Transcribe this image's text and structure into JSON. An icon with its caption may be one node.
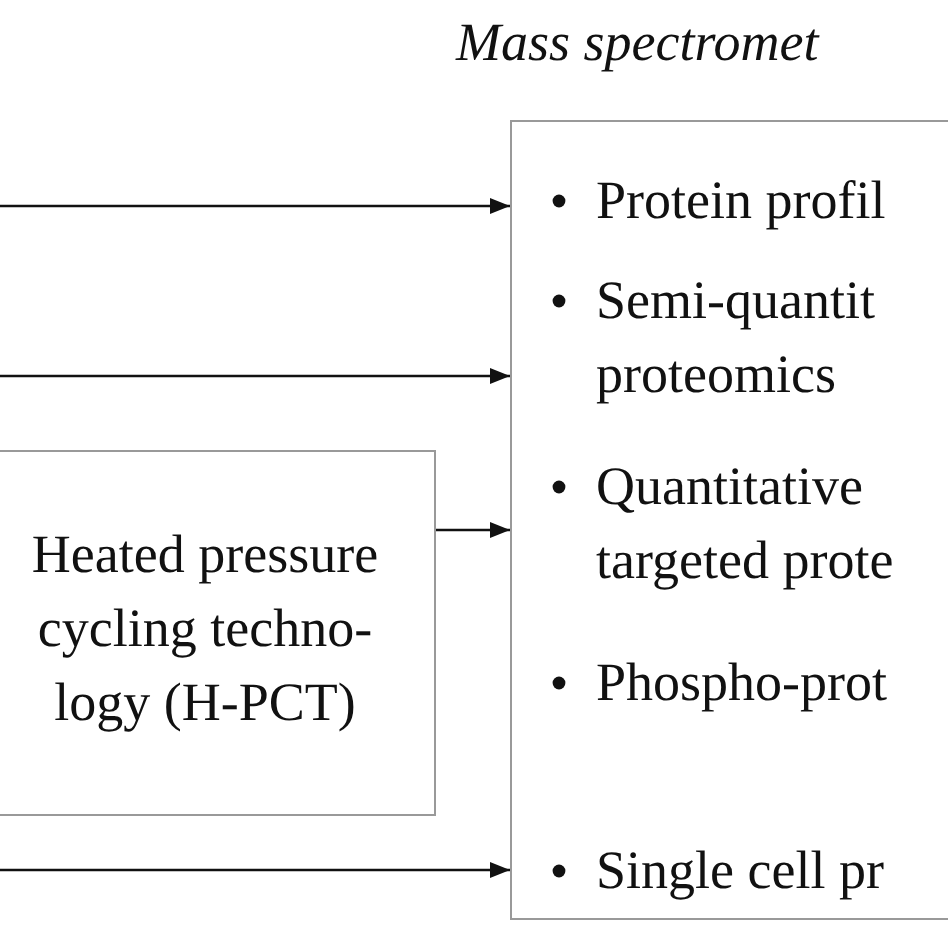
{
  "diagram": {
    "nodes": [
      {
        "text": [
          "Mass spectromet",
          "Protein profil",
          "Semi-quantit proteomics",
          "Quantitative targeted prote",
          "Phospho-prot",
          "Single cell pr"
        ]
      },
      {
        "text": [
          "Heated pressure cycling techno- logy (H-PCT)"
        ]
      }
    ],
    "edges": [
      {
        "from": null,
        "to": 0,
        "arrow": "to"
      },
      {
        "from": null,
        "to": 0,
        "arrow": "to"
      },
      {
        "from": 1,
        "to": 0,
        "arrow": "to"
      },
      {
        "from": null,
        "to": 0,
        "arrow": "to"
      }
    ]
  }
}
